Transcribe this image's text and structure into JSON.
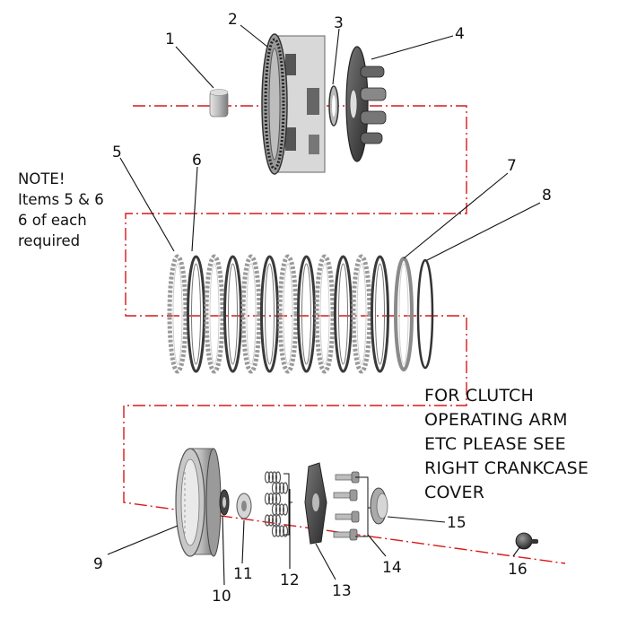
{
  "callouts": [
    "1",
    "2",
    "3",
    "4",
    "5",
    "6",
    "7",
    "8",
    "9",
    "10",
    "11",
    "12",
    "13",
    "14",
    "15",
    "16"
  ],
  "note": {
    "lines": [
      "NOTE!",
      "Items 5 & 6",
      "6 of each",
      "required"
    ]
  },
  "clutch_note": {
    "lines": [
      "FOR CLUTCH",
      "OPERATING ARM",
      "ETC PLEASE SEE",
      "RIGHT CRANKCASE",
      "COVER"
    ]
  },
  "colors": {
    "assembly_line": "#d81818",
    "leader_line": "#111111",
    "part_gray": "#8a8a8a",
    "part_dark": "#3a3a3a"
  }
}
